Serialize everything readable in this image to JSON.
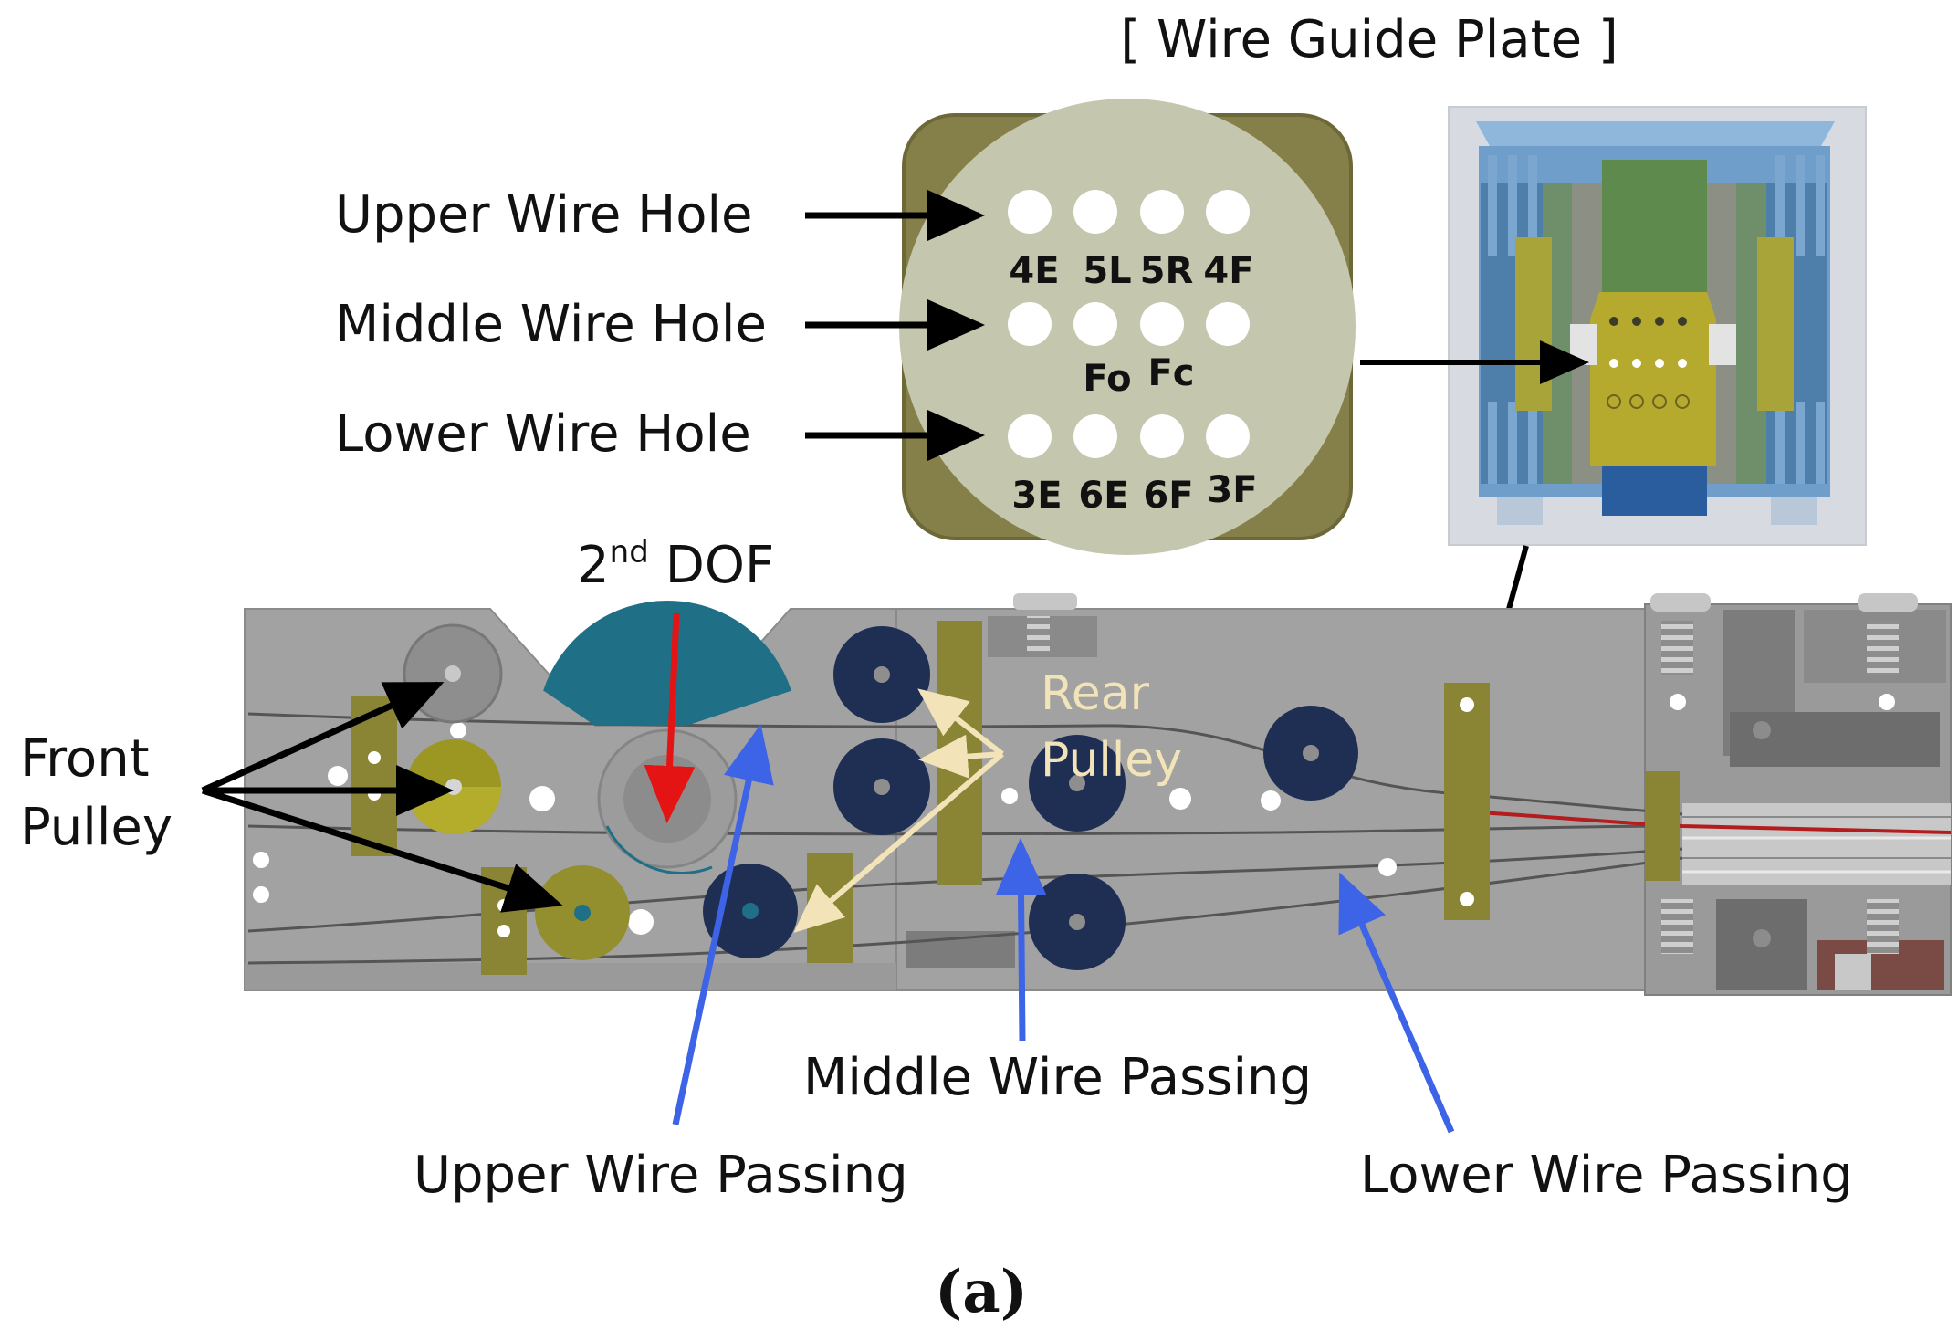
{
  "plate_title": "[ Wire Guide Plate ]",
  "hole_labels": {
    "upper": "Upper Wire Hole",
    "middle": "Middle Wire Hole",
    "lower": "Lower Wire Hole"
  },
  "hole_codes": {
    "upper": [
      "4E",
      "5L",
      "5R",
      "4F"
    ],
    "middle": [
      "Fo",
      "Fc"
    ],
    "lower": [
      "3E",
      "6E",
      "6F",
      "3F"
    ]
  },
  "dof_label": {
    "number": "2",
    "superscript": "nd",
    "text": "DOF"
  },
  "front_pulley": {
    "line1": "Front",
    "line2": "Pulley"
  },
  "rear_pulley": {
    "line1": "Rear",
    "line2": "Pulley"
  },
  "passing_labels": {
    "upper": "Upper Wire Passing",
    "middle": "Middle Wire Passing",
    "lower": "Lower Wire Passing"
  },
  "subfigure_label": "(a)",
  "colors": {
    "plate_olive": "#85804a",
    "plate_disc": "#c4c6ae",
    "body_gray": "#a2a2a2",
    "navy_pulley": "#1f2f54",
    "olive_bracket": "#8a8534",
    "teal_disc": "#1f6f86",
    "red_arrow": "#e41414",
    "blue_arrow": "#3d63e6",
    "cream_arrow": "#f2e4b8"
  }
}
